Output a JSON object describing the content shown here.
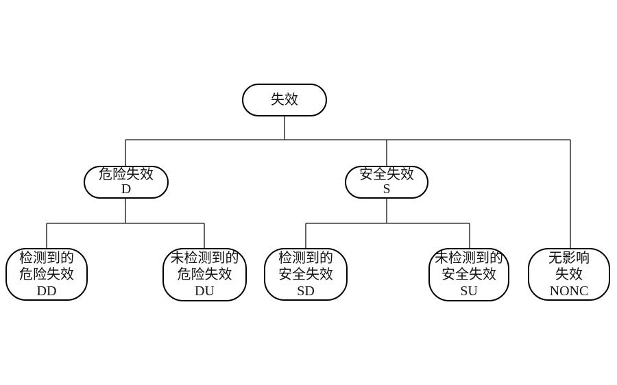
{
  "diagram": {
    "type": "tree",
    "nodes": {
      "root": {
        "lines": [
          "失效"
        ]
      },
      "d": {
        "lines": [
          "危险失效",
          "D"
        ]
      },
      "s": {
        "lines": [
          "安全失效",
          "S"
        ]
      },
      "dd": {
        "lines": [
          "检测到的",
          "危险失效",
          "DD"
        ]
      },
      "du": {
        "lines": [
          "未检测到的",
          "危险失效",
          "DU"
        ]
      },
      "sd": {
        "lines": [
          "检测到的",
          "安全失效",
          "SD"
        ]
      },
      "su": {
        "lines": [
          "未检测到的",
          "安全失效",
          "SU"
        ]
      },
      "nonc": {
        "lines": [
          "无影响",
          "失效",
          "NONC"
        ]
      }
    },
    "edges": [
      {
        "from": "失效",
        "to": "危险失效 D"
      },
      {
        "from": "失效",
        "to": "安全失效 S"
      },
      {
        "from": "失效",
        "to": "无影响失效 NONC"
      },
      {
        "from": "危险失效 D",
        "to": "检测到的危险失效 DD"
      },
      {
        "from": "危险失效 D",
        "to": "未检测到的危险失效 DU"
      },
      {
        "from": "安全失效 S",
        "to": "检测到的安全失效 SD"
      },
      {
        "from": "安全失效 S",
        "to": "未检测到的安全失效 SU"
      }
    ],
    "colors": {
      "background": "#ffffff",
      "node_border": "#000000",
      "connector": "#3c3c3c",
      "text": "#111111"
    }
  }
}
